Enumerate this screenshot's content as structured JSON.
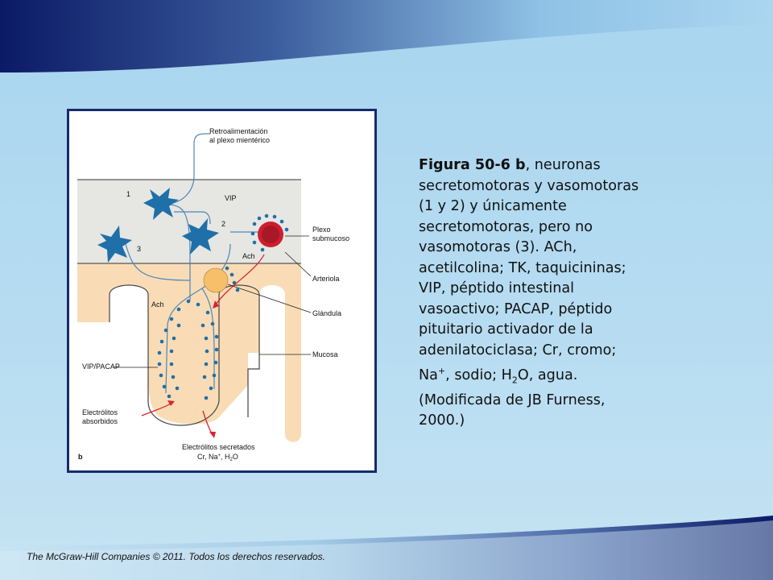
{
  "caption": {
    "title": "Figura 50-6 b",
    "lines": [
      ", neuronas",
      "secretomotoras y vasomotoras",
      "(1 y 2) y únicamente",
      "secretomotoras, pero no",
      "vasomotoras (3). ACh,",
      "acetilcolina; TK, taquicininas;",
      "VIP, péptido intestinal",
      "vasoactivo; PACAP, péptido",
      "pituitario activador de la",
      "adenilatociclasa; Cr, cromo;",
      "Na",
      ", sodio; H",
      "O, agua.",
      "(Modificada de JB Furness,",
      "2000.)"
    ],
    "sup_plus": "+",
    "sub_two": "2"
  },
  "footer": "The McGraw-Hill Companies © 2011. Todos los derechos reservados.",
  "figure": {
    "labels": {
      "feedback_1": "Retroalimentación",
      "feedback_2": "al plexo mientérico",
      "vip_top": "VIP",
      "neuron_1": "1",
      "neuron_2": "2",
      "neuron_3": "3",
      "ach_1": "Ach",
      "ach_2": "Ach",
      "plexo_1": "Plexo",
      "plexo_2": "submucoso",
      "arteriola": "Arteriola",
      "glandula": "Glándula",
      "mucosa": "Mucosa",
      "vip_pacap": "VIP/PACAP",
      "absorbed_1": "Electrólitos",
      "absorbed_2": "absorbidos",
      "secreted_1": "Electrólitos secretados",
      "secreted_cr": "Cr, Na",
      "secreted_plus": "+",
      "secreted_h": ", H",
      "secreted_2": "2",
      "secreted_o": "O",
      "panel": "b"
    },
    "colors": {
      "neuron": "#1f6fa8",
      "submucosa": "#e6e6e3",
      "mucosa": "#f9dcb6",
      "arteriole_outer": "#cc1f2e",
      "gland": "#f8bf6a",
      "arrow": "#d8242c"
    }
  }
}
